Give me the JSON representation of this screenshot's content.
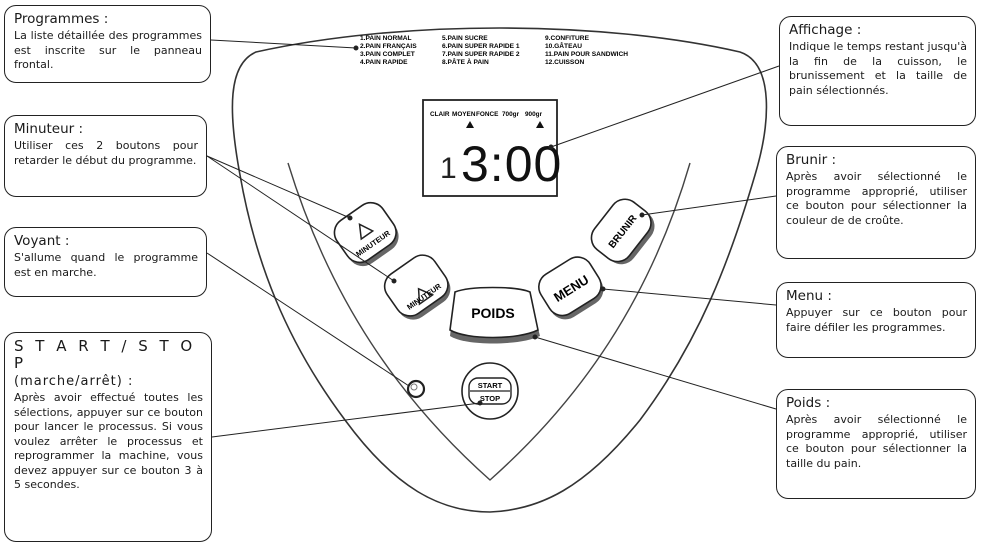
{
  "callouts": {
    "programmes": {
      "title": "Programmes :",
      "body": "La liste détaillée des programmes est inscrite sur le panneau frontal."
    },
    "minuteur": {
      "title": "Minuteur :",
      "body": "Utiliser ces 2 boutons pour retarder le début du programme."
    },
    "voyant": {
      "title": "Voyant :",
      "body": "S'allume quand le programme est en marche."
    },
    "startstop": {
      "title": "S T A R T / S T O P",
      "subtitle": "(marche/arrêt) :",
      "body": "Après avoir effectué toutes les sélections, appuyer sur ce bouton pour lancer le processus. Si vous voulez arrêter le processus et reprogrammer la machine, vous devez appuyer sur ce bouton 3 à 5 secondes."
    },
    "affichage": {
      "title": "Affichage :",
      "body": "Indique le temps restant jusqu'à la fin de la cuisson, le brunissement et la taille de pain sélectionnés."
    },
    "brunir": {
      "title": "Brunir :",
      "body": "Après avoir sélectionné le programme approprié, utiliser ce bouton pour sélectionner la couleur de de croûte."
    },
    "menu": {
      "title": "Menu :",
      "body": "Appuyer sur ce bouton pour faire défiler les programmes."
    },
    "poids": {
      "title": "Poids :",
      "body": "Après avoir sélectionné le programme approprié, utiliser ce bouton pour sélectionner la taille du pain."
    }
  },
  "panel": {
    "programs": [
      [
        "1.PAIN NORMAL",
        "2.PAIN FRANÇAIS",
        "3.PAIN COMPLET",
        "4.PAIN RAPIDE"
      ],
      [
        "5.PAIN SUCRE",
        "6.PAIN SUPER RAPIDE 1",
        "7.PAIN SUPER RAPIDE 2",
        "8.PÂTE À PAIN"
      ],
      [
        "9.CONFITURE",
        "10.GÂTEAU",
        "11.PAIN POUR SANDWICH",
        "12.CUISSON"
      ]
    ],
    "lcd": {
      "labels": [
        "CLAIR",
        "MOYEN",
        "FONCE",
        "700gr",
        "900gr"
      ],
      "program_number": "1",
      "time": "3:00"
    },
    "buttons": {
      "minuteur_up": "MINUTEUR",
      "minuteur_down": "MINUTEUR",
      "poids": "POIDS",
      "menu": "MENU",
      "brunir": "BRUNIR",
      "start": "START",
      "stop": "STOP"
    }
  }
}
